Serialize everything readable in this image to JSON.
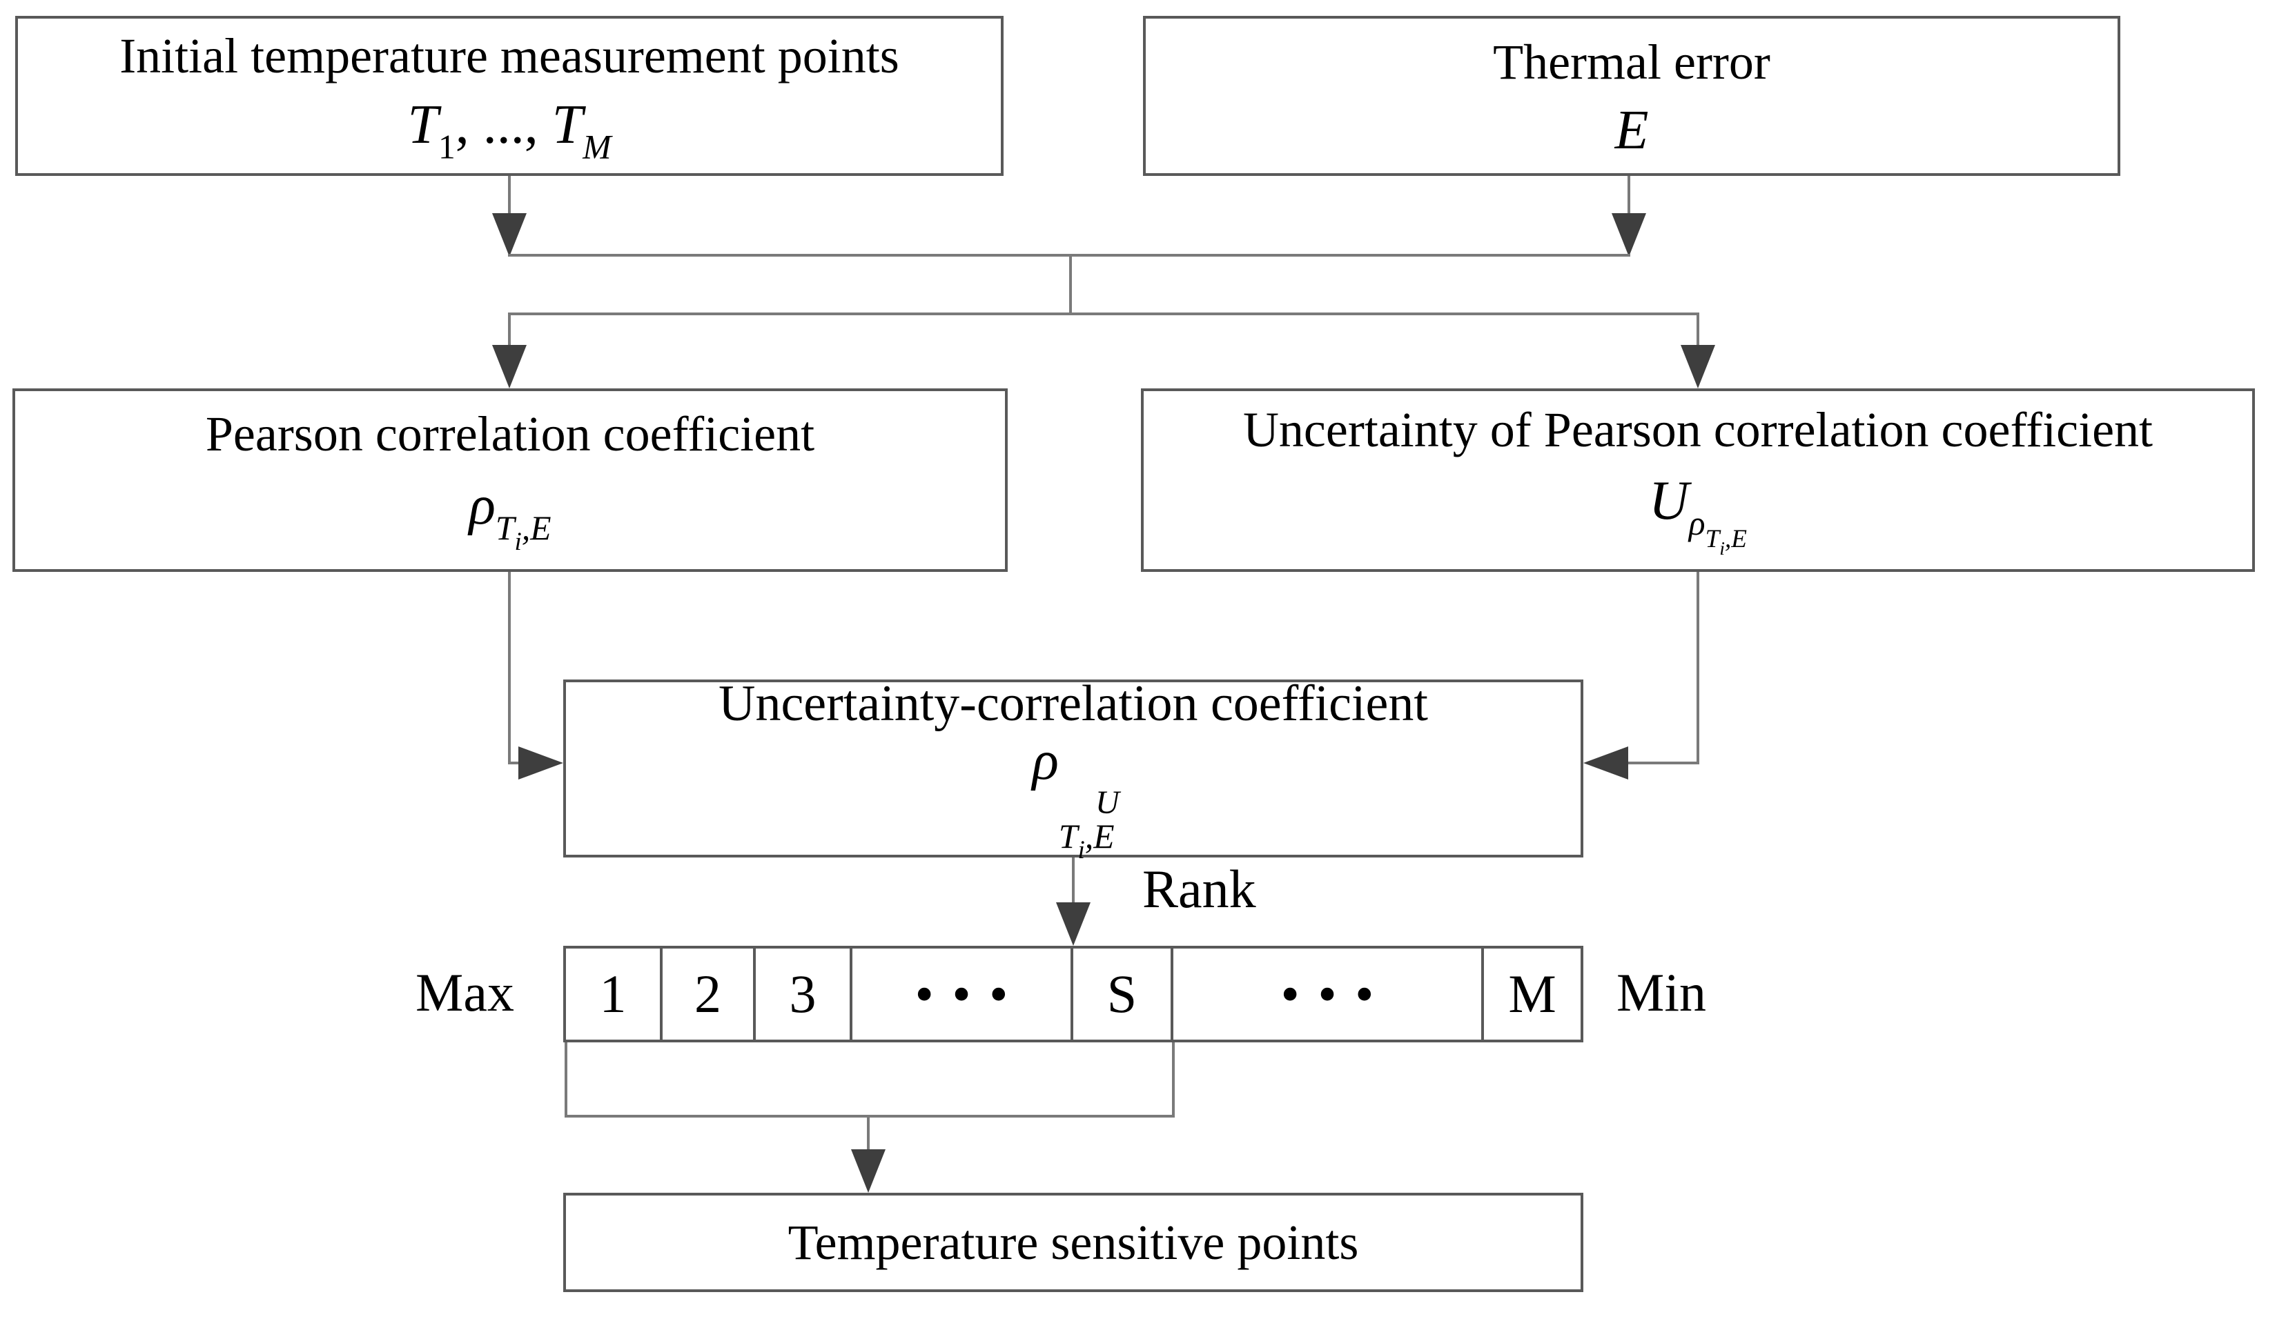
{
  "colors": {
    "border": "#595959",
    "line": "#7a7a7a",
    "arrow": "#3e3e3e",
    "text": "#000000",
    "bg": "#ffffff"
  },
  "boxes": {
    "initial": {
      "title": "Initial temperature measurement points",
      "f_T1": "T",
      "f_sub1": "1",
      "f_mid": ", ..., ",
      "f_T2": "T",
      "f_subM": "M"
    },
    "thermal": {
      "title": "Thermal error",
      "symbol": "E"
    },
    "pearson": {
      "title": "Pearson correlation coefficient",
      "f_rho": "ρ",
      "f_T": "T",
      "f_i": "i",
      "f_rest": ",E"
    },
    "uncertainty": {
      "title": "Uncertainty of Pearson correlation coefficient",
      "f_U": "U",
      "f_rho": "ρ",
      "f_T": "T",
      "f_i": "i",
      "f_rest": ",E"
    },
    "ucc": {
      "title": "Uncertainty-correlation coefficient",
      "f_rho": "ρ",
      "f_sup": "U",
      "f_T": "T",
      "f_i": "i",
      "f_rest": ",E"
    },
    "sensitive": {
      "title": "Temperature sensitive points"
    }
  },
  "labels": {
    "rank": "Rank",
    "max": "Max",
    "min": "Min"
  },
  "rank_row": {
    "cells": [
      "1",
      "2",
      "3",
      "•••",
      "S",
      "•••",
      "M"
    ]
  }
}
